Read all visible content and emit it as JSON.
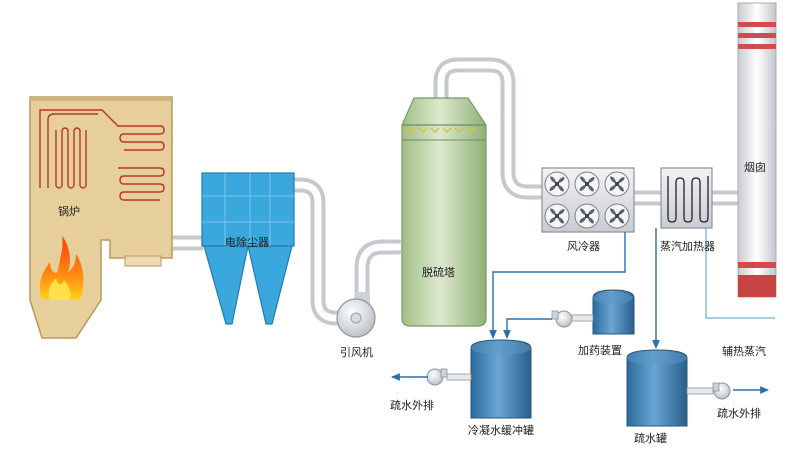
{
  "labels": {
    "boiler": "锅炉",
    "dust_collector": "电除尘器",
    "induced_fan": "引风机",
    "desulfur_tower": "脱硫塔",
    "air_cooler": "风冷器",
    "steam_heater": "蒸汽加热器",
    "chimney": "烟囱",
    "dosing_device": "加药装置",
    "aux_steam": "辅热蒸汽",
    "drain_out_left": "疏水外排",
    "condensate_tank": "冷凝水缓冲罐",
    "drain_tank": "疏水罐",
    "drain_out_right": "疏水外排"
  },
  "colors": {
    "boiler_body": "#e6cf9a",
    "boiler_tube": "#b8352c",
    "dust_collector": "#3aa7dd",
    "tower": "#bcd3a4",
    "pipe": "#eceef1",
    "chimney_band": "#d24a4a",
    "tank": "#3f7db0",
    "flow_line": "#2a6fa8"
  },
  "icons": [
    "flame-icon",
    "fan-blade-icon",
    "pump-icon",
    "flow-arrow-icon"
  ]
}
